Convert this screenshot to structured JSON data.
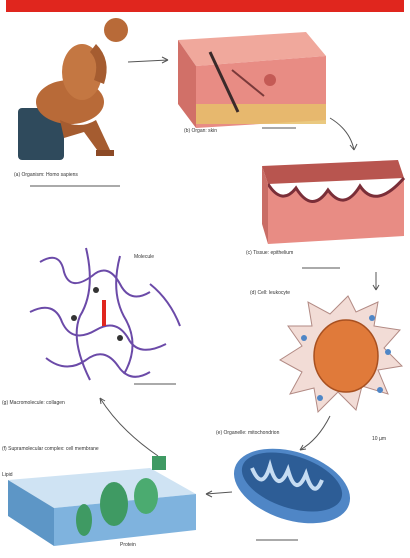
{
  "banner": {
    "color": "#e0261e"
  },
  "panels": [
    {
      "id": "a",
      "caption": "(a) Organism: Homo sapiens",
      "icon": "human-figure-icon"
    },
    {
      "id": "b",
      "caption": "(b) Organ: skin",
      "icon": "skin-block-icon"
    },
    {
      "id": "c",
      "caption": "(c) Tissue: epithelium",
      "icon": "tissue-layer-icon"
    },
    {
      "id": "d",
      "caption": "(d) Cell: leukocyte",
      "icon": "cell-icon"
    },
    {
      "id": "e",
      "caption": "(e) Organelle: mitochondrion",
      "icon": "mitochondrion-icon"
    },
    {
      "id": "f",
      "caption": "(f) Supramolecular complex: cell membrane",
      "icon": "membrane-icon"
    },
    {
      "id": "g",
      "caption": "(g) Macromolecule: collagen",
      "icon": "macromolecule-icon"
    }
  ],
  "labels": {
    "molecule_tag": "Molecule",
    "cell_size": "10 µm",
    "protein_tag": "Protein",
    "lipid_tag": "Lipid"
  },
  "colors": {
    "skin": "#e88c84",
    "skin_dark": "#c45a55",
    "fat": "#e6c06a",
    "cell_nucleus": "#e07a3a",
    "mito": "#4f86c6",
    "membrane": "#7fb3de",
    "protein": "#3f9a63",
    "molecule": "#6b4aa8",
    "figure": "#b86a38"
  }
}
